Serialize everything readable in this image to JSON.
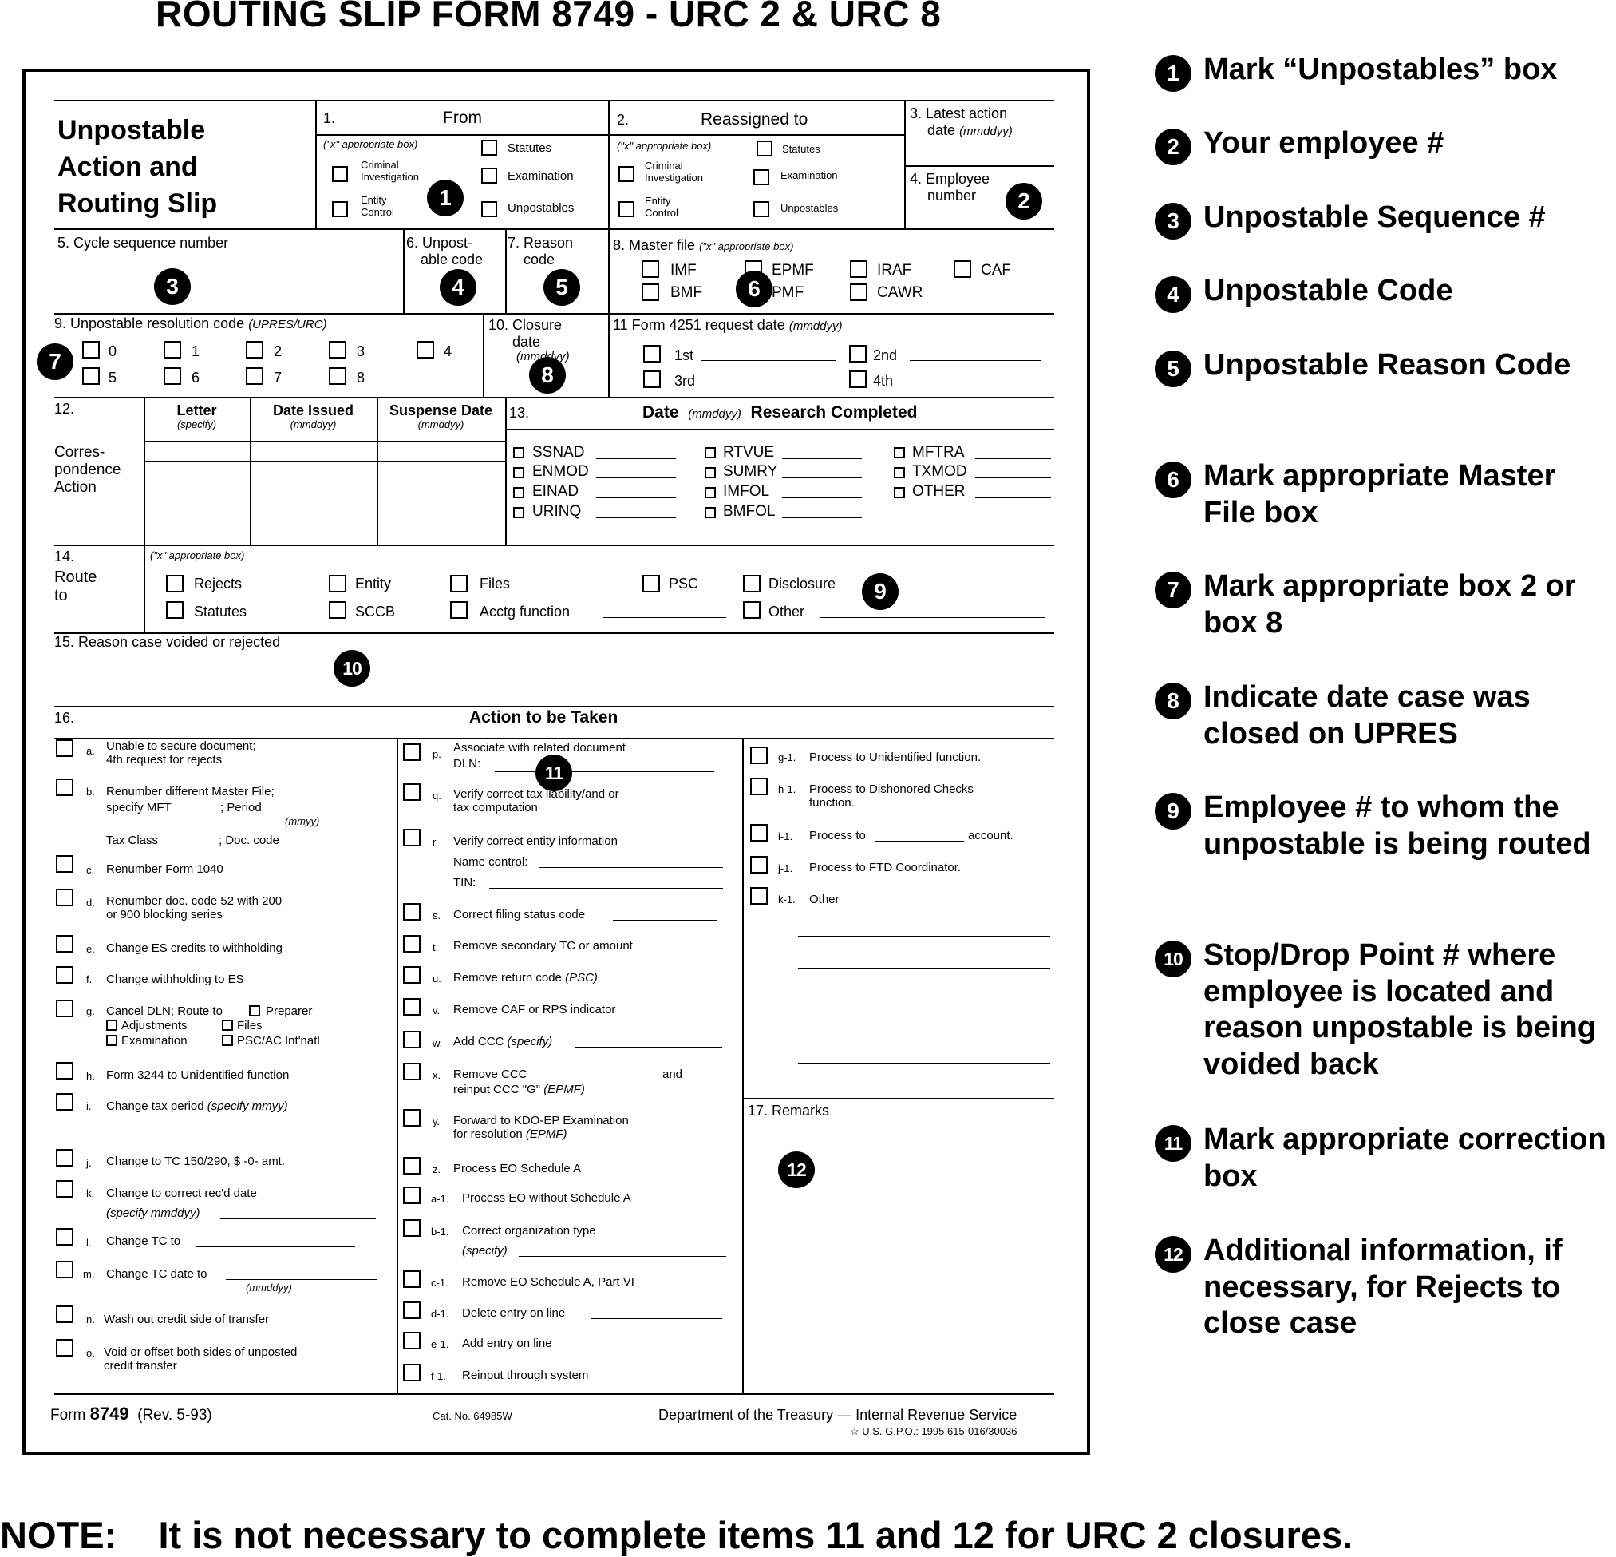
{
  "heading": "ROUTING SLIP FORM 8749 - URC 2 & URC 8",
  "note": "NOTE:    It is not necessary to complete items 11 and 12 for URC 2 closures.",
  "form": {
    "title": [
      "Unpostable",
      "Action and",
      "Routing Slip"
    ],
    "x_box": "(\"x\" appropriate box)",
    "b1": {
      "num": "1.",
      "title": "From",
      "criminal": "Criminal",
      "criminal2": "Investigation",
      "entity": "Entity",
      "entity2": "Control",
      "statutes": "Statutes",
      "examination": "Examination",
      "unpostables": "Unpostables"
    },
    "b2": {
      "num": "2.",
      "title": "Reassigned to",
      "criminal": "Criminal",
      "criminal2": "Investigation",
      "entity": "Entity",
      "entity2": "Control",
      "statutes": "Statutes",
      "examination": "Examination",
      "unpostables": "Unpostables"
    },
    "b3": {
      "label": "3. Latest action",
      "label2": "date",
      "fmt": "(mmddyy)"
    },
    "b4": {
      "label": "4. Employee",
      "label2": "number"
    },
    "b5": "5. Cycle sequence number",
    "b6": [
      "6. Unpost-",
      "able code"
    ],
    "b7": [
      "7. Reason",
      "code"
    ],
    "b8": {
      "label": "8. Master file",
      "fmt": "(\"x\" appropriate box)",
      "imf": "IMF",
      "epmf": "EPMF",
      "iraf": "IRAF",
      "caf": "CAF",
      "bmf": "BMF",
      "pmf": "PMF",
      "cawr": "CAWR"
    },
    "b9": {
      "label": "9. Unpostable resolution code",
      "fmt": "(UPRES/URC)",
      "codes": [
        "0",
        "1",
        "2",
        "3",
        "4",
        "5",
        "6",
        "7",
        "8"
      ]
    },
    "b10": {
      "label": "10. Closure",
      "label2": "date",
      "fmt": "(mmddyy)"
    },
    "b11": {
      "label": "11 Form 4251 request date",
      "fmt": "(mmddyy)",
      "first": "1st",
      "second": "2nd",
      "third": "3rd",
      "fourth": "4th"
    },
    "b12": {
      "num": "12.",
      "side": [
        "Corres-",
        "pondence",
        "Action"
      ],
      "letter": "Letter",
      "letter_fmt": "(specify)",
      "date_issued": "Date Issued",
      "date_fmt": "(mmddyy)",
      "suspense": "Suspense Date",
      "suspense_fmt": "(mmddyy)"
    },
    "b13": {
      "num": "13.",
      "title": "Date",
      "fmt": "(mmddyy)",
      "title2": "Research Completed",
      "col1": [
        "SSNAD",
        "ENMOD",
        "EINAD",
        "URINQ"
      ],
      "col2": [
        "RTVUE",
        "SUMRY",
        "IMFOL",
        "BMFOL"
      ],
      "col3": [
        "MFTRA",
        "TXMOD",
        "OTHER"
      ]
    },
    "b14": {
      "num": "14.",
      "side": [
        "Route",
        "to"
      ],
      "fmt": "(\"x\" appropriate box)",
      "rejects": "Rejects",
      "statutes": "Statutes",
      "entity": "Entity",
      "sccb": "SCCB",
      "files": "Files",
      "acctg": "Acctg function",
      "psc": "PSC",
      "disclosure": "Disclosure",
      "other": "Other"
    },
    "b15": "15. Reason case voided or rejected",
    "b16": {
      "num": "16.",
      "title": "Action to be Taken"
    },
    "b17": "17. Remarks",
    "c1": {
      "a1": "Unable to secure document;",
      "a2": "4th request for rejects",
      "b1": "Renumber different Master File;",
      "b2": "specify MFT",
      "b3": "; Period",
      "b4": "(mmyy)",
      "b5": "Tax Class",
      "b6": "; Doc. code",
      "c": "Renumber Form 1040",
      "d1": "Renumber doc. code 52 with 200",
      "d2": "or 900 blocking series",
      "e": "Change ES credits to withholding",
      "f": "Change withholding to ES",
      "g1": "Cancel DLN; Route to",
      "g2": "Preparer",
      "g3": "Adjustments",
      "g4": "Files",
      "g5": "Examination",
      "g6": "PSC/AC Int'natl",
      "h": "Form 3244 to Unidentified function",
      "i1": "Change tax period",
      "i2": "(specify mmyy)",
      "j": "Change to TC 150/290, $ -0- amt.",
      "k1": "Change to correct rec'd date",
      "k2": "(specify mmddyy)",
      "l": "Change TC to",
      "m1": "Change TC date to",
      "m2": "(mmddyy)",
      "n": "Wash out credit side of transfer",
      "o1": "Void or offset both sides of unposted",
      "o2": "credit transfer"
    },
    "c2": {
      "p1": "Associate with related document",
      "p2": "DLN:",
      "q1": "Verify correct tax liability/and or",
      "q2": "tax computation",
      "r1": "Verify correct entity information",
      "r2": "Name control:",
      "r3": "TIN:",
      "s": "Correct filing status code",
      "t": "Remove secondary TC or amount",
      "u1": "Remove return code",
      "u2": "(PSC)",
      "v": "Remove CAF or RPS indicator",
      "w1": "Add CCC",
      "w2": "(specify)",
      "x1": "Remove CCC",
      "x2": "and",
      "x3": "reinput CCC \"G\"",
      "x4": "(EPMF)",
      "y1": "Forward to KDO-EP Examination",
      "y2": "for resolution",
      "y3": "(EPMF)",
      "z": "Process EO Schedule A",
      "a1": "Process EO without Schedule A",
      "b1a": "Correct organization type",
      "b1b": "(specify)",
      "c1": "Remove EO Schedule A, Part VI",
      "d1": "Delete entry on line",
      "e1": "Add entry on line",
      "f1": "Reinput through system"
    },
    "c3": {
      "g1": "Process to Unidentified function.",
      "h1a": "Process to Dishonored Checks",
      "h1b": "function.",
      "i1a": "Process to",
      "i1b": "account.",
      "j1": "Process to FTD Coordinator.",
      "k1": "Other"
    },
    "letters": [
      "a.",
      "b.",
      "c.",
      "d.",
      "e.",
      "f.",
      "g.",
      "h.",
      "i.",
      "j.",
      "k.",
      "l.",
      "m.",
      "n.",
      "o."
    ],
    "letters2": [
      "p.",
      "q.",
      "r.",
      "s.",
      "t.",
      "u.",
      "v.",
      "w.",
      "x.",
      "y.",
      "z.",
      "a-1.",
      "b-1.",
      "c-1.",
      "d-1.",
      "e-1.",
      "f-1."
    ],
    "letters3": [
      "g-1.",
      "h-1.",
      "i-1.",
      "j-1.",
      "k-1."
    ],
    "footer": {
      "form_pre": "Form",
      "form_num": "8749",
      "rev": "(Rev. 5-93)",
      "cat": "Cat. No. 64985W",
      "dept": "Department of the Treasury — Internal Revenue Service",
      "gpo": "☆ U.S. G.P.O.: 1995 615-016/30036"
    }
  },
  "badges": [
    "1",
    "2",
    "3",
    "4",
    "5",
    "6",
    "7",
    "8",
    "9",
    "10",
    "11",
    "12"
  ],
  "legend": [
    {
      "num": "1",
      "text": "Mark “Unpostables” box"
    },
    {
      "num": "2",
      "text": "Your employee #"
    },
    {
      "num": "3",
      "text": "Unpostable Sequence #"
    },
    {
      "num": "4",
      "text": "Unpostable Code"
    },
    {
      "num": "5",
      "text": "Unpostable Reason Code"
    },
    {
      "num": "6",
      "text": "Mark appropriate Master File box"
    },
    {
      "num": "7",
      "text": "Mark appropriate box 2 or box 8"
    },
    {
      "num": "8",
      "text": "Indicate date case was closed on UPRES"
    },
    {
      "num": "9",
      "text": "Employee # to whom the unpostable is being routed"
    },
    {
      "num": "10",
      "text": "Stop/Drop Point # where employee is located and reason unpostable is being voided back"
    },
    {
      "num": "11",
      "text": "Mark appropriate correction box"
    },
    {
      "num": "12",
      "text": "Additional information, if necessary, for Rejects to close case"
    }
  ]
}
